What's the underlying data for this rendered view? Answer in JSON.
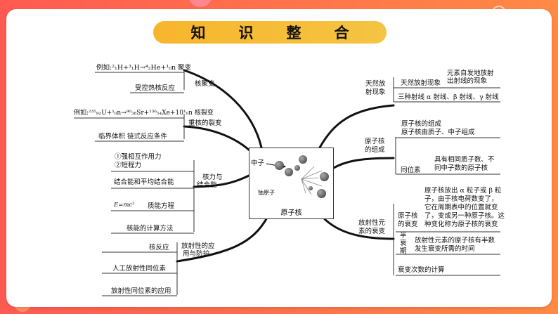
{
  "title_chars": [
    "知",
    "识",
    "整",
    "合"
  ],
  "center": {
    "label": "原子核",
    "neutron_label": "中子",
    "fissile_label": "铀原子"
  },
  "left": {
    "fusion": {
      "branch": "核聚变",
      "example": "例如:²₁H+³₁H→⁴₂He+¹₀n  聚变",
      "controlled": "受控热核反应"
    },
    "fission": {
      "branch": "重核的裂变",
      "example": "例如:²³⁵₉₂U+¹₀n→⁹⁰₃₈Sr+¹³⁶₅₄Xe+10¹₀n  核裂变",
      "critical": "临界体积   链式反应条件"
    },
    "force": {
      "branch_line1": "核力与",
      "branch_line2": "结合能",
      "prop1": "①强相互作用力",
      "prop2": "②短程力",
      "binding": "结合能和平均结合能",
      "equation": "E=mc²",
      "equation_label": "质能方程",
      "calc": "核能的计算方法"
    },
    "application": {
      "branch_line1": "放射性的应",
      "branch_line2": "用与防护",
      "reaction": "核反应",
      "artificial": "人工放射性同位素",
      "usage": "放射性同位素的应用"
    }
  },
  "right": {
    "natural": {
      "branch_line1": "天然放",
      "branch_line2": "射现象",
      "phenomenon": "天然放射现象",
      "phenomenon_desc1": "元素自发地放射",
      "phenomenon_desc2": "出射线的现象",
      "rays": "三种射线 α 射线、β 射线、γ 射线"
    },
    "composition": {
      "branch_line1": "原子核",
      "branch_line2": "的组成",
      "comp1": "原子核的组成",
      "comp2": "原子核由质子、中子组成",
      "isotope": "同位素",
      "isotope_desc1": "具有相同质子数、不",
      "isotope_desc2": "同中子数的原子核"
    },
    "decay": {
      "branch_line1": "放射性元",
      "branch_line2": "素的衰变",
      "decay_label1": "原子核",
      "decay_label2": "的衰变",
      "decay_desc": [
        "原子核放出 α 粒子或 β 粒",
        "子，由于核电荷数变了，",
        "它在周期表中的位置就变",
        "了，变成另一种原子核。这",
        "种变化称为原子核的衰变"
      ],
      "halflife_label": [
        "半",
        "衰",
        "期"
      ],
      "halflife_desc1": "放射性元素的原子核有半数",
      "halflife_desc2": "发生衰变所需的时间",
      "count": "衰变次数的计算"
    }
  }
}
